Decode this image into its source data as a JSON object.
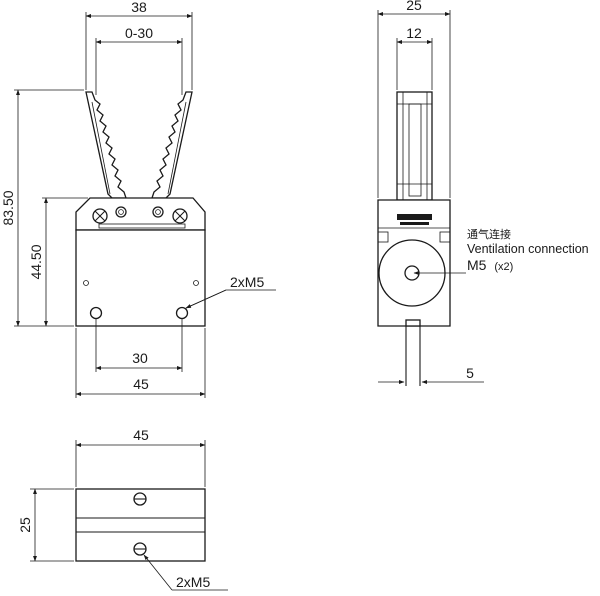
{
  "front_view": {
    "dim_overall_width": "38",
    "dim_stroke": "0-30",
    "dim_total_height": "83.50",
    "dim_body_height": "44.50",
    "dim_hole_spacing": "30",
    "dim_body_width": "45",
    "thread_callout": "2xM5"
  },
  "side_view": {
    "dim_width": "25",
    "dim_jaw_width": "12",
    "dim_shaft": "5",
    "port_label_cn": "通气连接",
    "port_label_en": "Ventilation connection",
    "port_thread": "M5",
    "port_count": "(x2)"
  },
  "bottom_view": {
    "dim_width": "45",
    "dim_height": "25",
    "thread_callout": "2xM5"
  }
}
